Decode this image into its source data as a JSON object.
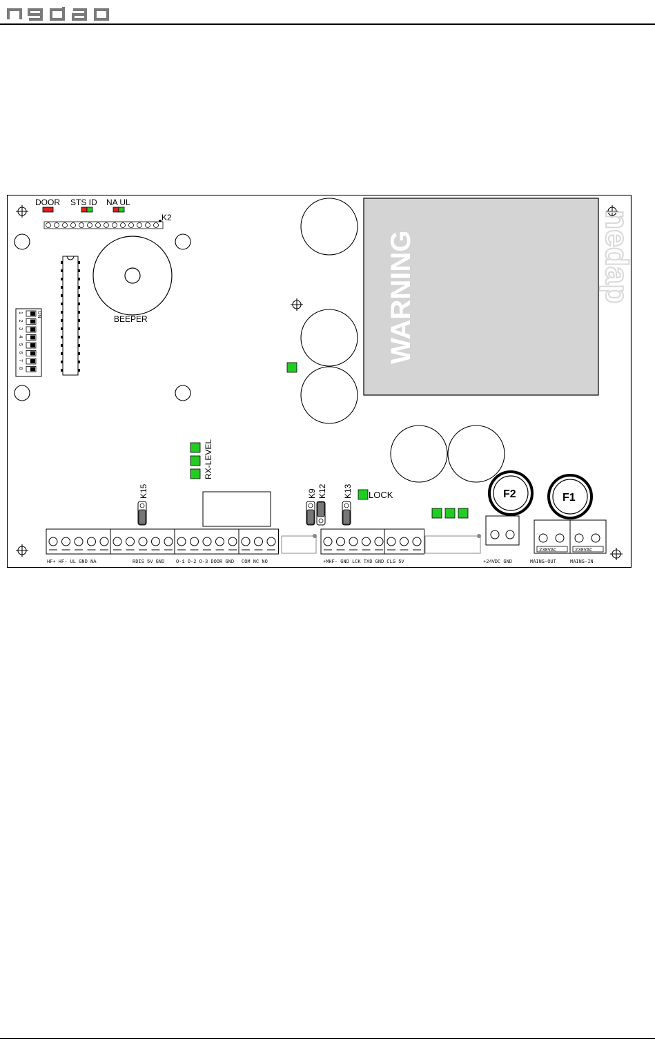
{
  "header": {
    "logo_text": "nedap",
    "logo_color": "#7a7a7a"
  },
  "board": {
    "top_leds": {
      "door": "DOOR",
      "sts_id": "STS ID",
      "na_ul": "NA UL"
    },
    "k2": "K2",
    "beeper": "BEEPER",
    "dip_on": "ON",
    "dip_numbers": [
      "1",
      "2",
      "3",
      "4",
      "5",
      "6",
      "7",
      "8"
    ],
    "rx_level": "RX-LEVEL",
    "warning": "WARNING",
    "side_logo": "nedap",
    "jumpers": {
      "k15": "K15",
      "k9": "K9",
      "k12": "K12",
      "k13": "K13"
    },
    "lock": "LOCK",
    "fuses": {
      "f1": "F1",
      "f2": "F2"
    },
    "terminal_labels": {
      "group1": "HF+ HF- UL GND NA",
      "group2": "RDIS 5V GND",
      "group3": "O-1 O-2 O-3 DOOR GND",
      "group4": "COM NC NO",
      "group5": "+MHF- GND LCK TXD GND CLS 5V",
      "power": "+24VDC GND",
      "mains_out": "MAINS-OUT",
      "mains_in": "MAINS-IN",
      "v230_out": "230VAC",
      "v230_in": "230VAC"
    },
    "colors": {
      "led_green": "#22cc22",
      "led_red": "#dd2222",
      "warning_fill": "#d4d4d4",
      "warning_text": "#ffffff"
    }
  }
}
